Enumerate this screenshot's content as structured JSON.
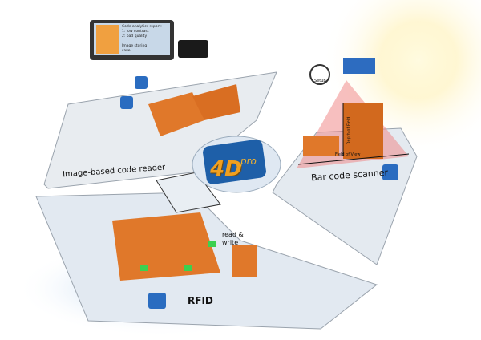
{
  "report": {
    "title": "Code analytics report:",
    "line1": "1: low contrast",
    "line2": "2: bad quality",
    "storing": "Image storing",
    "save": "save"
  },
  "center_logo": {
    "main": "4D",
    "sup": "pro"
  },
  "sections": {
    "image_reader": "Image-based code reader",
    "barcode": "Bar code scanner",
    "rfid": "RFID",
    "read_write": "read & write"
  },
  "barcode_labels": {
    "field_of_view": "Field of View",
    "depth_of_field": "Depth of Field",
    "setup": "Setup"
  },
  "colors": {
    "box": "#e0782a",
    "accent_blue": "#1e5fa8",
    "laser": "#f08080",
    "platform": "#e6ebf0"
  }
}
